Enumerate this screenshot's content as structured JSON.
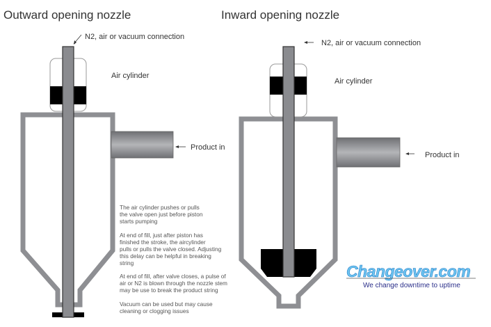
{
  "left": {
    "title": "Outward opening nozzle",
    "connection_label": "N2, air or vacuum connection",
    "cylinder_label": "Air cylinder",
    "product_label": "Product in",
    "notes": [
      [
        "The air cylinder pushes or pulls",
        "the valve open just before piston",
        "starts pumping"
      ],
      [
        "At end of fill, just after piston has",
        "finished the stroke, the aircylinder",
        "pulls or pulls the valve closed. Adjusting",
        "this delay can be helpful in breaking",
        "string"
      ],
      [
        "At end of fill, after valve closes, a pulse of",
        "air or N2 is blown through the nozzle stem",
        "may be use to break the product string"
      ],
      [
        "Vacuum can be used but may cause",
        "cleaning or clogging issues"
      ]
    ]
  },
  "right": {
    "title": "Inward opening nozzle",
    "connection_label": "N2, air or vacuum connection",
    "cylinder_label": "Air cylinder",
    "product_label": "Product in"
  },
  "logo": {
    "name": "Changeover.com",
    "tagline": "We change downtime to uptime"
  },
  "colors": {
    "wall": "#8e8f93",
    "stem": "#7d7e82",
    "black": "#000000"
  }
}
